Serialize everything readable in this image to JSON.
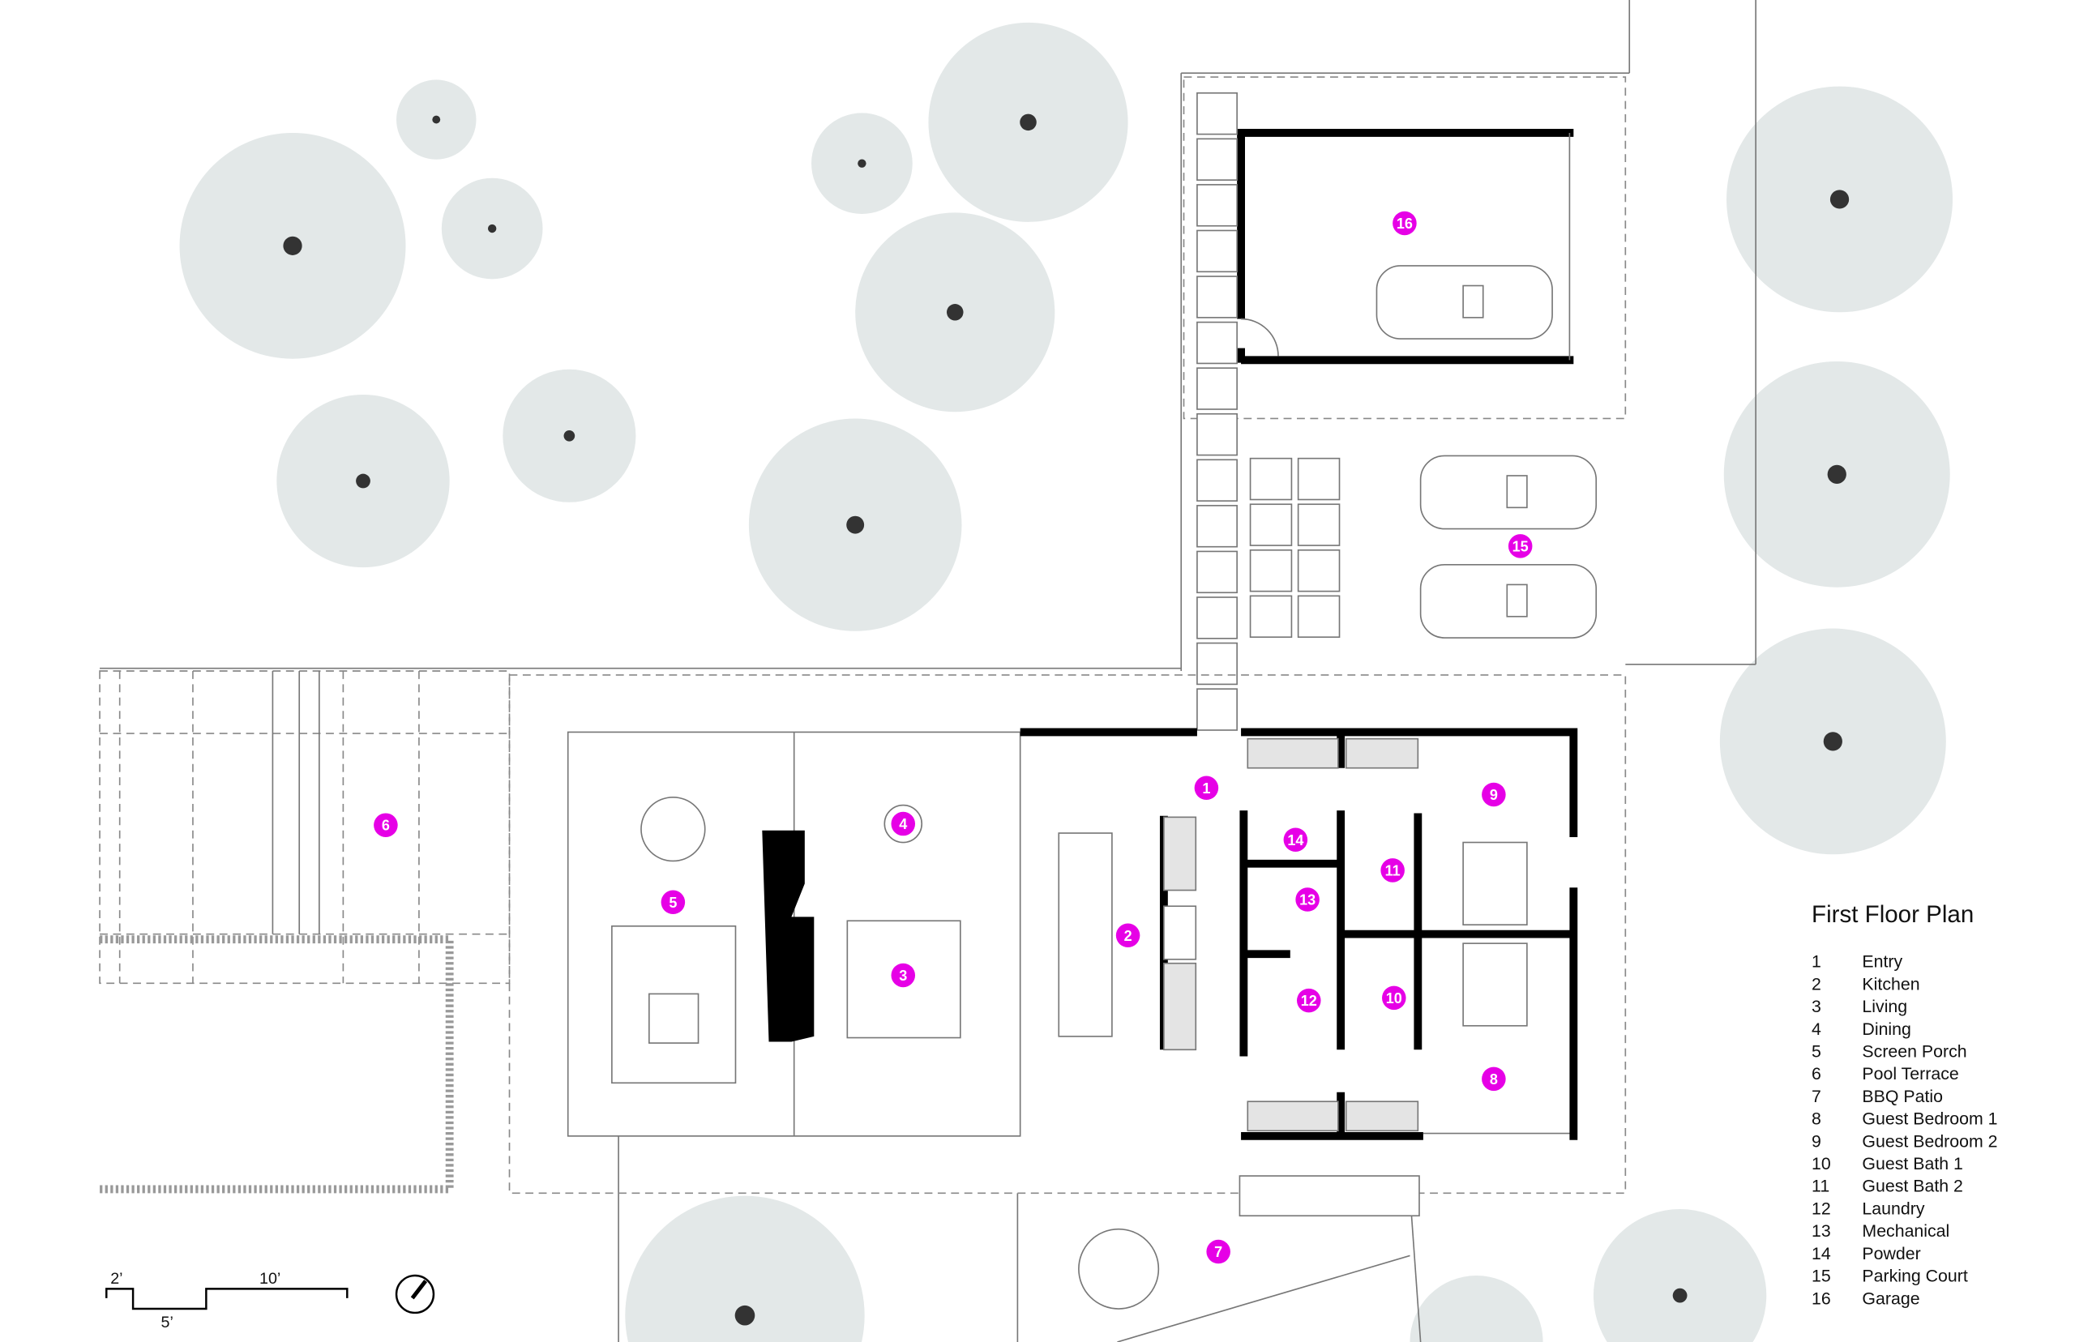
{
  "legend": {
    "title": "First Floor Plan",
    "items": [
      {
        "num": "1",
        "label": "Entry"
      },
      {
        "num": "2",
        "label": "Kitchen"
      },
      {
        "num": "3",
        "label": "Living"
      },
      {
        "num": "4",
        "label": "Dining"
      },
      {
        "num": "5",
        "label": "Screen Porch"
      },
      {
        "num": "6",
        "label": "Pool Terrace"
      },
      {
        "num": "7",
        "label": "BBQ Patio"
      },
      {
        "num": "8",
        "label": "Guest Bedroom 1"
      },
      {
        "num": "9",
        "label": "Guest Bedroom 2"
      },
      {
        "num": "10",
        "label": "Guest Bath 1"
      },
      {
        "num": "11",
        "label": "Guest Bath 2"
      },
      {
        "num": "12",
        "label": "Laundry"
      },
      {
        "num": "13",
        "label": "Mechanical"
      },
      {
        "num": "14",
        "label": "Powder"
      },
      {
        "num": "15",
        "label": "Parking Court"
      },
      {
        "num": "16",
        "label": "Garage"
      }
    ]
  },
  "scale_bar": {
    "label_2": "2’",
    "label_5": "5’",
    "label_10": "10’"
  },
  "colors": {
    "badge": "#e600e6",
    "tree": "#e3e8e8",
    "wall": "#000000"
  },
  "icons": {
    "north": "north-arrow-icon"
  }
}
